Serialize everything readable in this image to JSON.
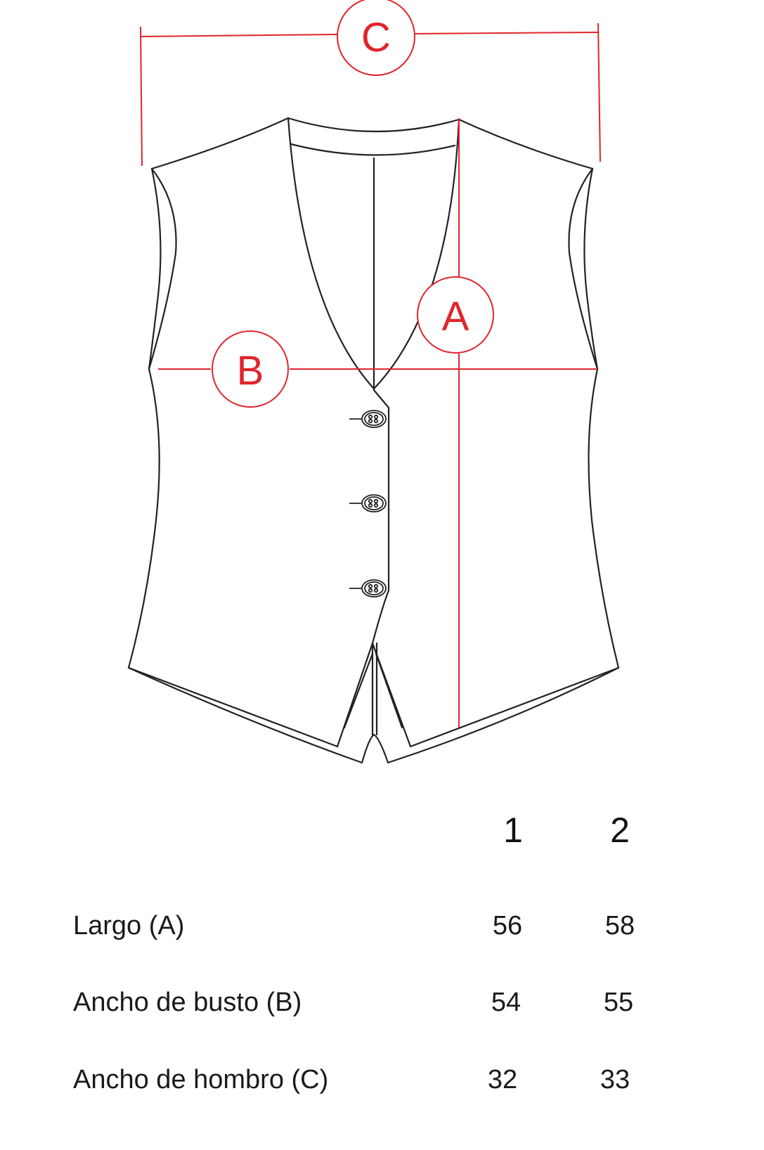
{
  "diagram": {
    "markers": {
      "a": "A",
      "b": "B",
      "c": "C"
    },
    "colors": {
      "measure": "#e0252b",
      "outline": "#222222"
    }
  },
  "table": {
    "sizes": [
      "1",
      "2"
    ],
    "rows": [
      {
        "label": "Largo (A)",
        "values": [
          "56",
          "58"
        ]
      },
      {
        "label": "Ancho de busto (B)",
        "values": [
          "54",
          "55"
        ]
      },
      {
        "label": "Ancho de hombro (C)",
        "values": [
          "32",
          "33"
        ]
      }
    ]
  }
}
